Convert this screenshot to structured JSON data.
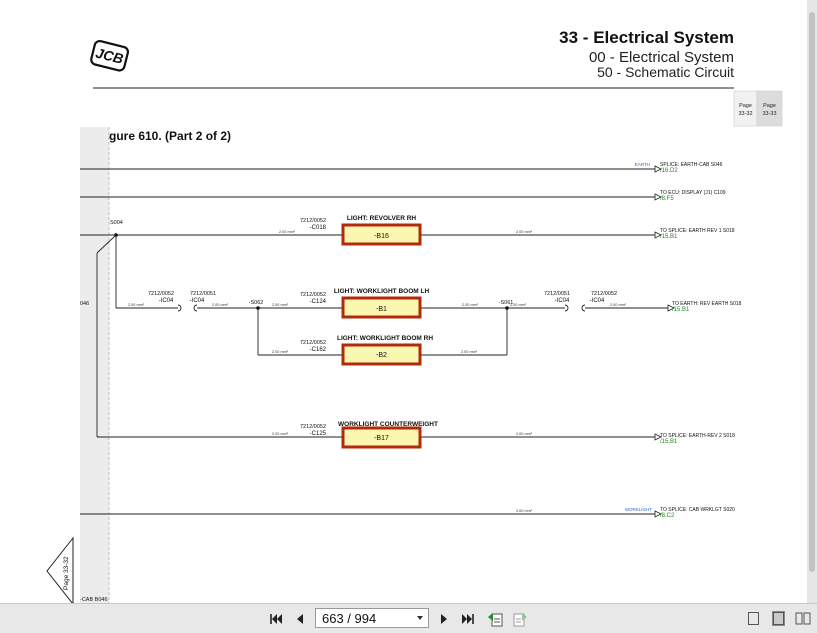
{
  "header": {
    "logo": "JCB",
    "title": "33 - Electrical System",
    "subtitle1": "00 - Electrical System",
    "subtitle2": "50 - Schematic Circuit"
  },
  "page_tabs": [
    {
      "label": "Page",
      "num": "33-32"
    },
    {
      "label": "Page",
      "num": "33-33"
    }
  ],
  "figure_title": "gure 610. (Part 2 of 2)",
  "side_page_label": "Page 33-32",
  "left_labels": {
    "s004": "S004",
    "l046": "046",
    "cab": "-CAB B046"
  },
  "components": {
    "b16": {
      "title": "LIGHT: REVOLVER RH",
      "id": "-B16",
      "ref": "7212/0052",
      "conn": "-C018"
    },
    "b1": {
      "title": "LIGHT: WORKLIGHT BOOM LH",
      "id": "-B1",
      "ref": "7212/0052",
      "conn": "-C124"
    },
    "b2": {
      "title": "LIGHT: WORKLIGHT BOOM RH",
      "id": "-B2",
      "ref": "7212/0052",
      "conn": "-C162"
    },
    "b17": {
      "title": "WORKLIGHT COUNTERWEIGHT",
      "id": "-B17",
      "ref": "7212/0052",
      "conn": "-C125"
    }
  },
  "connectors": {
    "ic04a": {
      "ref": "7212/0052",
      "id": "-IC04"
    },
    "ic04b": {
      "ref": "7212/0051",
      "id": "-IC04"
    },
    "ic04c": {
      "ref": "7212/0051",
      "id": "-IC04"
    },
    "ic04d": {
      "ref": "7212/0052",
      "id": "-IC04"
    },
    "s062": "-S062",
    "s061": "-S061"
  },
  "destinations": [
    {
      "tag": "EARTH",
      "text": "SPLICE: EARTH-CAB S046",
      "ref": "/16.D2"
    },
    {
      "tag": "",
      "text": "TO ECU: DISPLAY (J1) C109",
      "ref": "/8.F5"
    },
    {
      "tag": "",
      "text": "TO SPLICE: EARTH REV 1 S018",
      "ref": "/15.B1"
    },
    {
      "tag": "",
      "text": "TO EARTH: REV EARTH S018",
      "ref": "/15.B1"
    },
    {
      "tag": "",
      "text": "TO SPLICE: EARTH-REV 2 S018",
      "ref": "/15.B1"
    },
    {
      "tag": "WORKLIGHT",
      "text": "TO SPLICE: CAB WRKLGT S020",
      "ref": "/8.C2"
    }
  ],
  "wire_label": "2.00 mm²",
  "toolbar": {
    "page_value": "663 / 994"
  },
  "colors": {
    "component_border": "#b22a0a",
    "component_fill": "#fbf7b0",
    "ref_green": "#1c8a1c",
    "tag_blue": "#2a5fd0"
  }
}
